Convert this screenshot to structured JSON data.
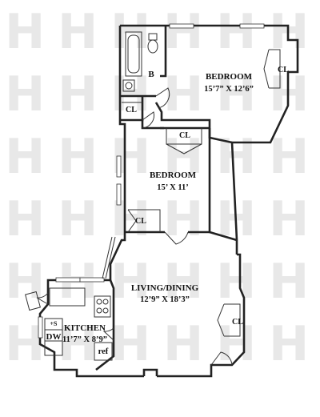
{
  "plan": {
    "watermark_glyph": "H",
    "rooms": {
      "bedroom1": {
        "name": "BEDROOM",
        "dims": "15’7” X  12’6”"
      },
      "bedroom2": {
        "name": "BEDROOM",
        "dims": "15’ X 11’"
      },
      "living": {
        "name": "LIVING/DINING",
        "dims": "12’9” X 18’3”"
      },
      "kitchen": {
        "name": "KITCHEN",
        "dims": "11’7” X 8’9”"
      }
    },
    "labels": {
      "bath": "B",
      "closet": "CL",
      "dishwasher": "DW",
      "fridge": "ref",
      "sink": "+S"
    }
  }
}
